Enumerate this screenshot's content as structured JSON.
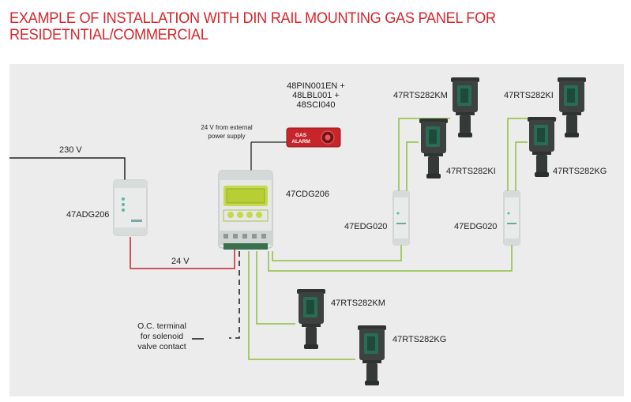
{
  "title": {
    "line1": "EXAMPLE OF INSTALLATION WITH DIN RAIL MOUNTING GAS PANEL FOR",
    "line2": "RESIDETNTIAL/COMMERCIAL"
  },
  "colors": {
    "title": "#d9242b",
    "background_panel": "#ececec",
    "wire_power": "#222222",
    "wire_24v": "#c8252a",
    "wire_bus": "#8cbf3f",
    "alarm_red": "#c8252a",
    "detector_body": "#3d4241",
    "din_module": "#e8ebea"
  },
  "labels": {
    "mains": "230 V",
    "low_voltage": "24 V",
    "power_supply": "47ADG206",
    "control_panel": "47CDG206",
    "external_supply_1": "24 V from external",
    "external_supply_2": "power supply",
    "alarm_code_1": "48PIN001EN +",
    "alarm_code_2": "48LBL001 +",
    "alarm_code_3": "48SCI040",
    "alarm_text_1": "GAS",
    "alarm_text_2": "ALARM",
    "expander_left": "47EDG020",
    "expander_right": "47EDG020",
    "det_top_left_a": "47RTS282KM",
    "det_top_left_b": "47RTS282KI",
    "det_top_right_a": "47RTS282KI",
    "det_top_right_b": "47RTS282KG",
    "det_bottom_a": "47RTS282KM",
    "det_bottom_b": "47RTS282KG",
    "oc_terminal_1": "O.C. terminal",
    "oc_terminal_2": "for solenoid",
    "oc_terminal_3": "valve contact"
  }
}
